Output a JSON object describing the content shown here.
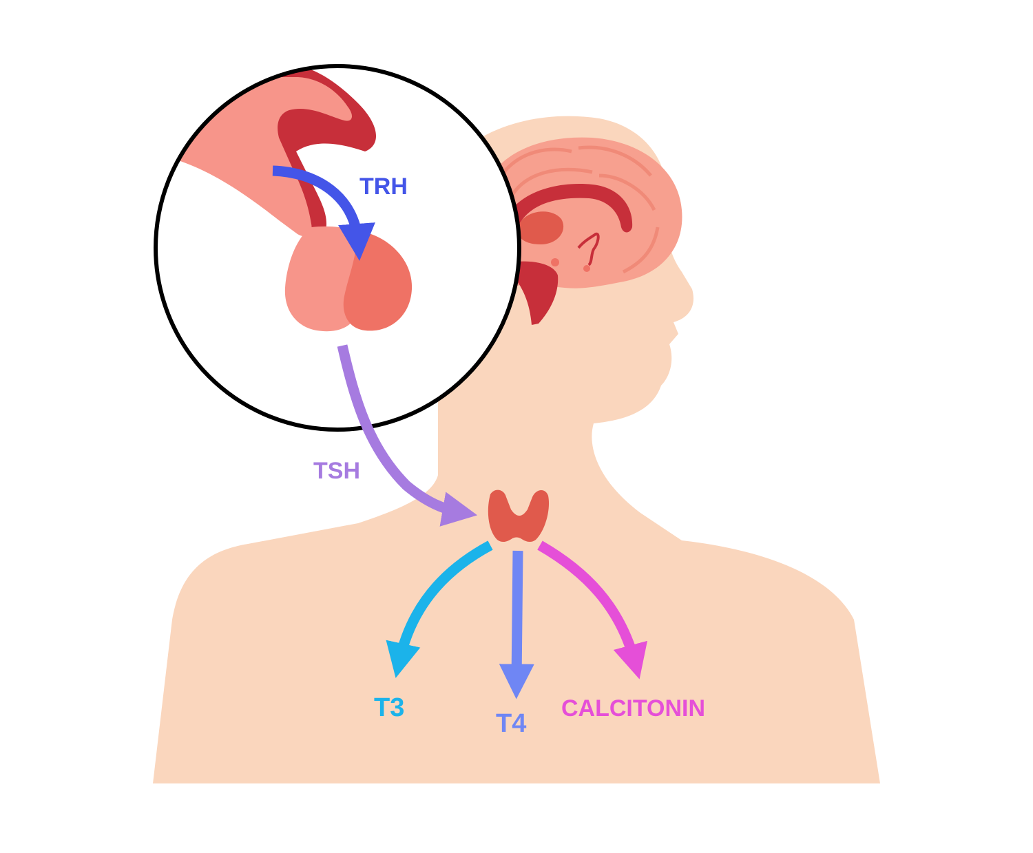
{
  "labels": {
    "trh": "TRH",
    "tsh": "TSH",
    "t3": "T3",
    "t4": "T4",
    "calcitonin": "CALCITONIN"
  },
  "colors": {
    "skin": "#fad6bd",
    "brain_outer": "#f7a08f",
    "brain_inner": "#f08a78",
    "brain_dark": "#c72f3a",
    "brain_core": "#e05a4c",
    "pituitary_left": "#f7958a",
    "pituitary_right": "#ef7265",
    "thyroid": "#e05a4c",
    "circle_outline": "#000000",
    "trh": "#4455e8",
    "tsh": "#a67be0",
    "t3": "#1bb3ea",
    "t4": "#6f86f4",
    "calcitonin": "#e54fd8"
  },
  "icons": [
    "brain-icon",
    "pituitary-icon",
    "thyroid-icon",
    "body-silhouette-icon"
  ]
}
